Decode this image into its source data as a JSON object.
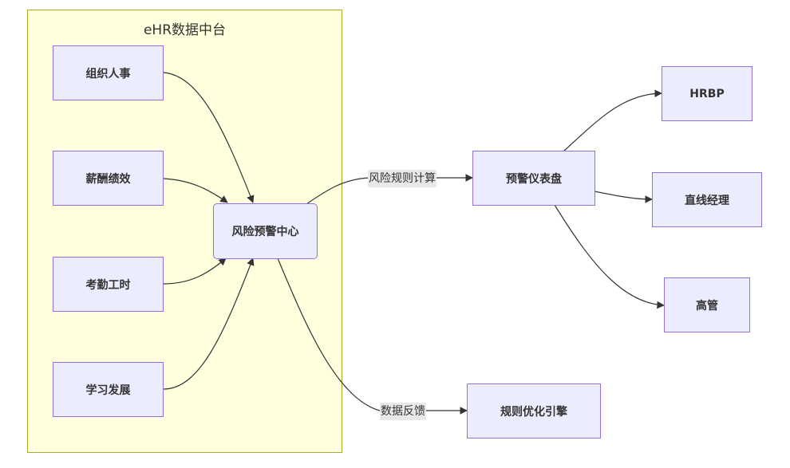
{
  "cluster": {
    "title": "eHR数据中台"
  },
  "nodes": {
    "org": "组织人事",
    "salary": "薪酬绩效",
    "attendance": "考勤工时",
    "learning": "学习发展",
    "risk_center": "风险预警中心",
    "dashboard": "预警仪表盘",
    "hrbp": "HRBP",
    "line_manager": "直线经理",
    "executive": "高管",
    "rule_engine": "规则优化引擎"
  },
  "edge_labels": {
    "rule_calc": "风险规则计算",
    "data_feedback": "数据反馈"
  },
  "colors": {
    "node_fill": "#ececff",
    "node_border": "#9370db",
    "cluster_fill": "#ffffde",
    "cluster_border": "#aaaa33",
    "edge": "#333333"
  }
}
